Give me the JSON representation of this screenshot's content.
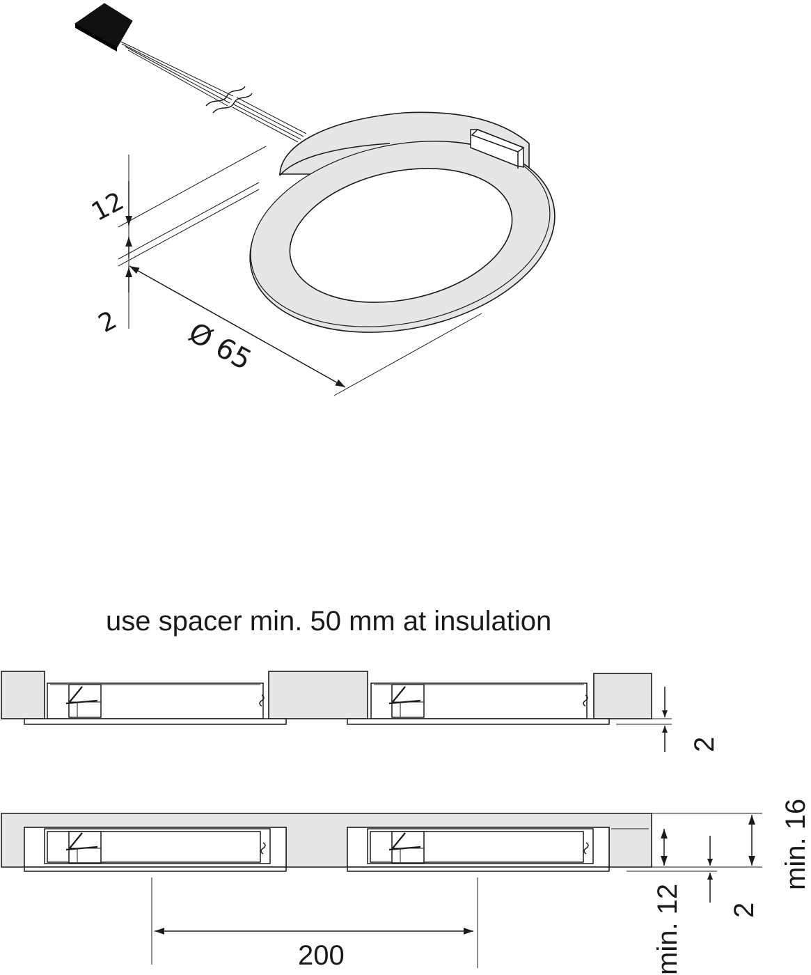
{
  "iso_view": {
    "dim_height": "12",
    "dim_flange": "2",
    "dim_diameter": "Ø 65"
  },
  "note": "use spacer min. 50 mm at insulation",
  "section_top": {
    "dim_flange": "2"
  },
  "section_bottom": {
    "dim_spacing": "200",
    "dim_min_depth": "min. 12",
    "dim_flange": "2",
    "dim_min_board": "min. 16"
  },
  "colors": {
    "line": "#1a1a1a",
    "fill_grey": "#e6e6e6",
    "connector": "#111111"
  }
}
